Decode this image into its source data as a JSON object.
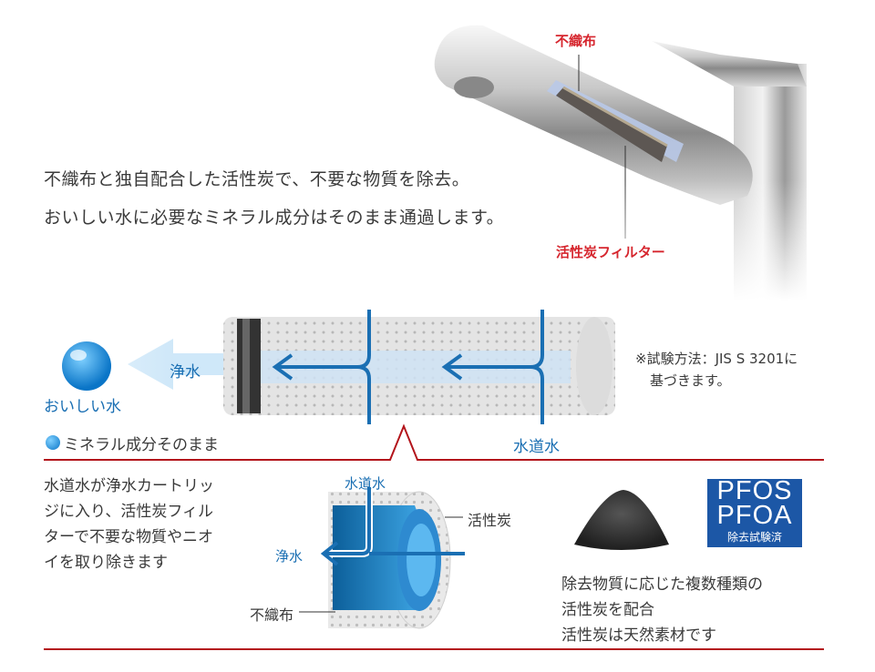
{
  "faucet": {
    "label_nonwoven": "不織布",
    "label_carbon_filter": "活性炭フィルター"
  },
  "intro": {
    "line1": "不織布と独自配合した活性炭で、不要な物質を除去。",
    "line2": "おいしい水に必要なミネラル成分はそのまま通過します。"
  },
  "cartridge": {
    "purified_label": "浄水",
    "tap_label": "水道水",
    "drop_label": "おいしい水",
    "mineral_label": "ミネラル成分そのまま",
    "note_line1": "※試験方法：JIS S 3201に",
    "note_line2": "基づきます。"
  },
  "section": {
    "desc_line1": "水道水が浄水カートリッ",
    "desc_line2": "ジに入り、活性炭フィル",
    "desc_line3": "ターで不要な物質やニオ",
    "desc_line4": "イを取り除きます",
    "cross_tap": "水道水",
    "cross_carbon": "活性炭",
    "cross_purified": "浄水",
    "cross_nonwoven": "不織布",
    "carbon_line1": "除去物質に応じた複数種類の",
    "carbon_line2": "活性炭を配合",
    "carbon_line3": "活性炭は天然素材です"
  },
  "badge": {
    "line1": "PFOS",
    "line2": "PFOA",
    "line3": "除去試験済"
  },
  "colors": {
    "accent_red": "#d6262e",
    "divider_red": "#b3141b",
    "brand_blue": "#1a6fb3",
    "badge_blue": "#1c57a6"
  }
}
